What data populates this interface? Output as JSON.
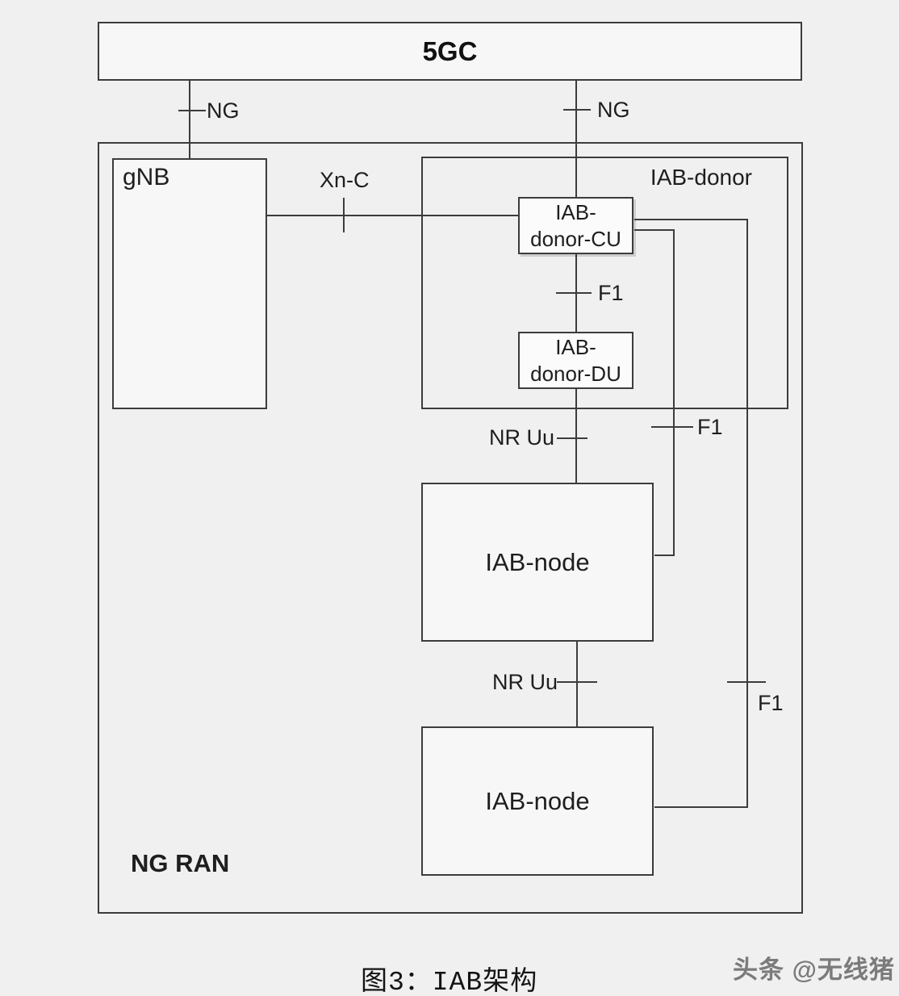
{
  "colors": {
    "background": "#f0f0f1",
    "line": "#3c3c3c",
    "text": "#1e1e1e",
    "watermark_gray": "#7b7b7b"
  },
  "nodes": {
    "core": {
      "label": "5GC"
    },
    "ng_ran": {
      "label": "NG RAN"
    },
    "gnb": {
      "label": "gNB"
    },
    "iab_donor": {
      "label": "IAB-donor"
    },
    "iab_donor_cu": {
      "line1": "IAB-",
      "line2": "donor-CU"
    },
    "iab_donor_du": {
      "line1": "IAB-",
      "line2": "donor-DU"
    },
    "iab_node_1": {
      "label": "IAB-node"
    },
    "iab_node_2": {
      "label": "IAB-node"
    }
  },
  "interfaces": {
    "ng_left": "NG",
    "ng_right": "NG",
    "xn_c": "Xn-C",
    "f1_cu_du": "F1",
    "f1_node1": "F1",
    "f1_node2": "F1",
    "nr_uu_1": "NR Uu",
    "nr_uu_2": "NR Uu"
  },
  "caption": "图3：IAB架构",
  "watermark": "头条 @无线猪"
}
